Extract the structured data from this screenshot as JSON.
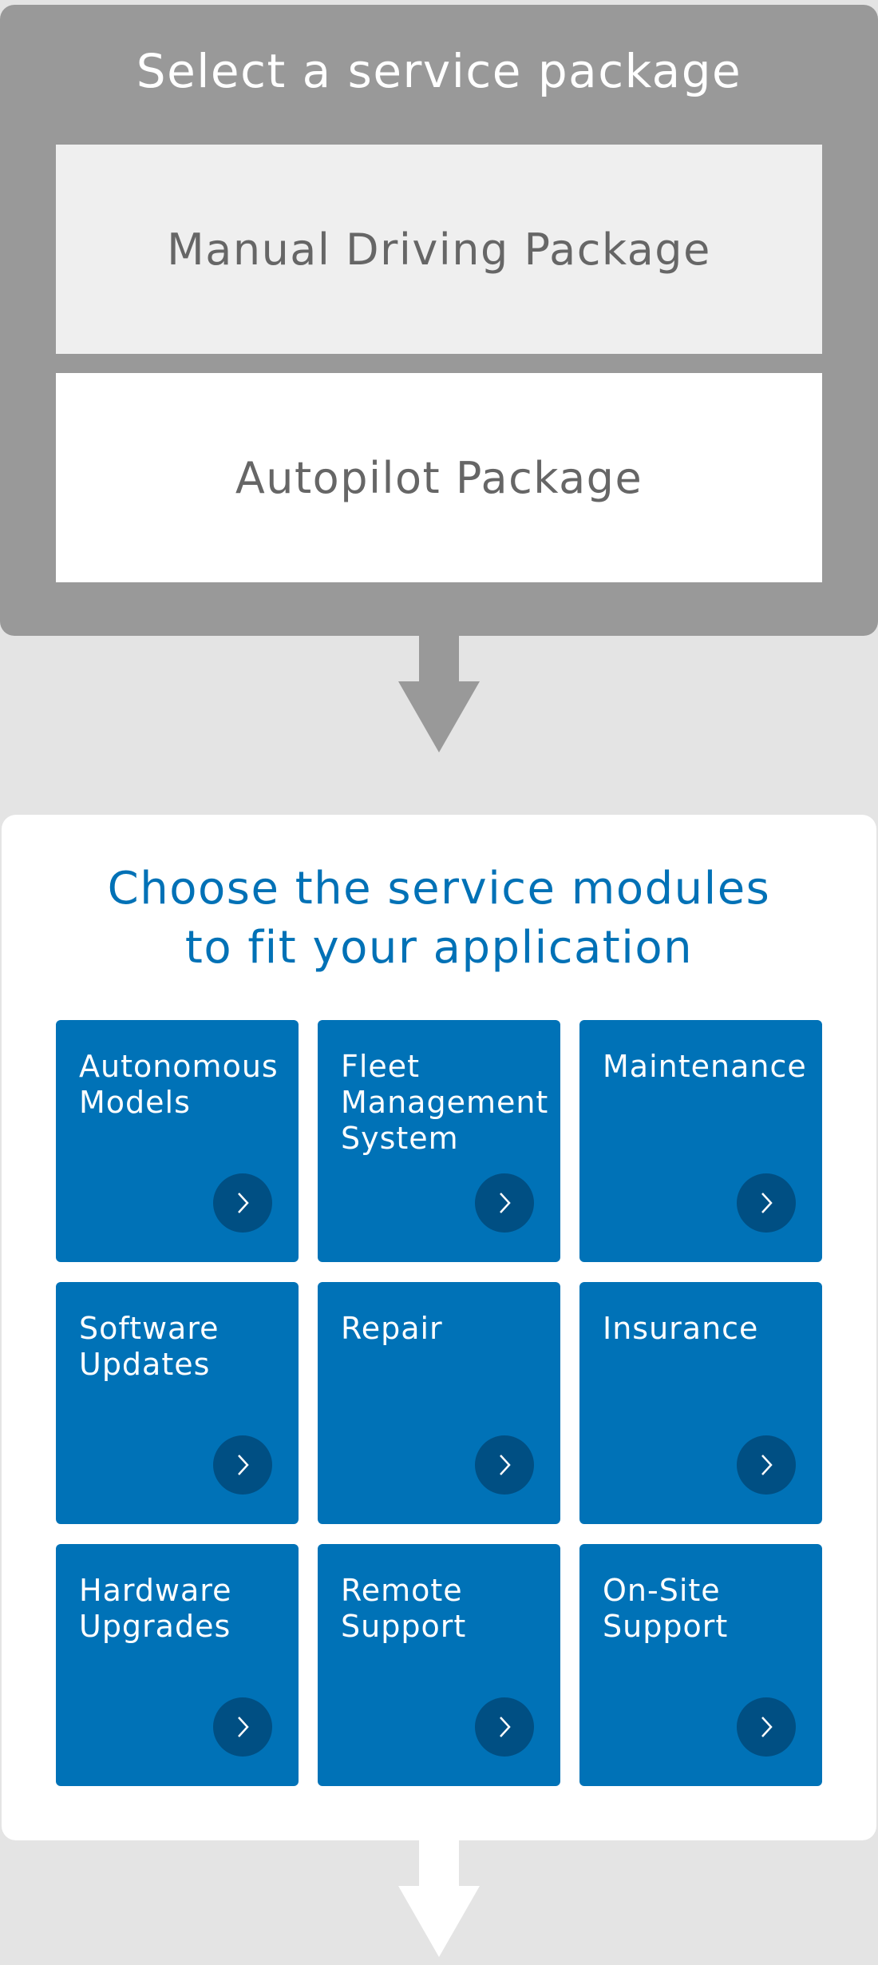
{
  "package_selector": {
    "title": "Select a service package",
    "options": [
      {
        "label": "Manual Driving Package",
        "selected": true
      },
      {
        "label": "Autopilot Package",
        "selected": false
      }
    ]
  },
  "modules": {
    "title_line1": "Choose the service modules",
    "title_line2": "to fit your application",
    "items": [
      {
        "label": "Autonomous\nModels",
        "icon": "chevron-right-icon"
      },
      {
        "label": "Fleet\nManagement\nSystem",
        "icon": "chevron-right-icon"
      },
      {
        "label": "Maintenance",
        "icon": "chevron-right-icon"
      },
      {
        "label": "Software\nUpdates",
        "icon": "chevron-right-icon"
      },
      {
        "label": "Repair",
        "icon": "chevron-right-icon"
      },
      {
        "label": "Insurance",
        "icon": "chevron-right-icon"
      },
      {
        "label": "Hardware\nUpgrades",
        "icon": "chevron-right-icon"
      },
      {
        "label": "Remote\nSupport",
        "icon": "chevron-right-icon"
      },
      {
        "label": "On-Site\nSupport",
        "icon": "chevron-right-icon"
      }
    ]
  },
  "colors": {
    "gray_panel": "#999999",
    "selected_option": "#efefef",
    "option": "#ffffff",
    "brand_blue": "#0072b7",
    "button_dark_blue": "#004f83",
    "page_background": "#e4e4e4"
  }
}
